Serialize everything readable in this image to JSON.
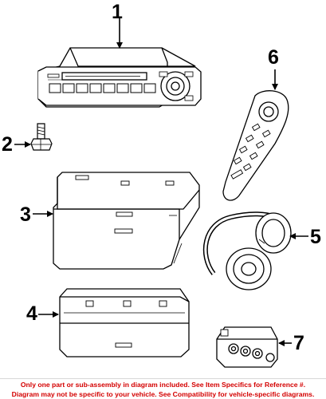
{
  "callouts": {
    "part1": "1",
    "part2": "2",
    "part3": "3",
    "part4": "4",
    "part5": "5",
    "part6": "6",
    "part7": "7"
  },
  "disclaimer": {
    "line1": "Only one part or sub-assembly in diagram included. See Item Specifics for Reference #.",
    "line2": "Diagram may not be specific to your vehicle. See Compatibility for vehicle-specific diagrams."
  },
  "colors": {
    "line": "#000000",
    "background": "#ffffff",
    "disclaimer_text": "#d40000"
  },
  "parts": [
    {
      "callout": "1",
      "icon": "radio-head-unit-icon"
    },
    {
      "callout": "2",
      "icon": "mounting-bolt-icon"
    },
    {
      "callout": "3",
      "icon": "video-screen-icon"
    },
    {
      "callout": "4",
      "icon": "dvd-player-icon"
    },
    {
      "callout": "5",
      "icon": "wireless-headphones-icon"
    },
    {
      "callout": "6",
      "icon": "remote-control-icon"
    },
    {
      "callout": "7",
      "icon": "audio-jack-module-icon"
    }
  ]
}
